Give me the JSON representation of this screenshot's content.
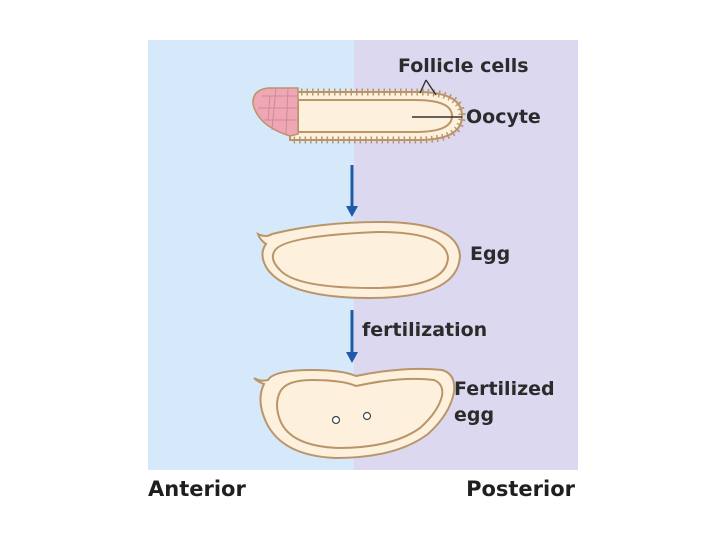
{
  "labels": {
    "follicle_cells": "Follicle cells",
    "oocyte": "Oocyte",
    "egg": "Egg",
    "fertilization": "fertilization",
    "fertilized_egg_line1": "Fertilized",
    "fertilized_egg_line2": "egg",
    "anterior": "Anterior",
    "posterior": "Posterior"
  },
  "colors": {
    "anterior_bg": "#d6e9fb",
    "posterior_bg": "#dcd8f0",
    "egg_fill": "#fdf0dc",
    "egg_outline": "#b9956a",
    "nurse_cells": "#f0a6b4",
    "arrow": "#1f5aa6"
  }
}
